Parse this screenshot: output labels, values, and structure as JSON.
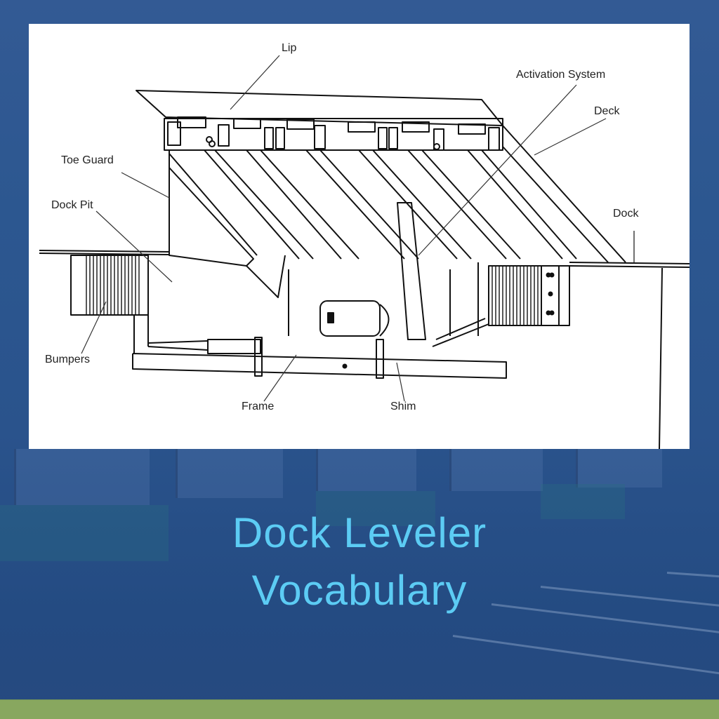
{
  "title": {
    "line1": "Dock Leveler",
    "line2": "Vocabulary",
    "color": "#5cccf4"
  },
  "diagram": {
    "labels": [
      {
        "id": "lip",
        "text": "Lip"
      },
      {
        "id": "activation-system",
        "text": "Activation System"
      },
      {
        "id": "deck",
        "text": "Deck"
      },
      {
        "id": "toe-guard",
        "text": "Toe Guard"
      },
      {
        "id": "dock-pit",
        "text": "Dock Pit"
      },
      {
        "id": "dock",
        "text": "Dock"
      },
      {
        "id": "bumpers",
        "text": "Bumpers"
      },
      {
        "id": "frame",
        "text": "Frame"
      },
      {
        "id": "shim",
        "text": "Shim"
      }
    ]
  },
  "colors": {
    "background": "#2a4f86",
    "panel": "#ffffff",
    "footer_bar": "#88a75f"
  }
}
